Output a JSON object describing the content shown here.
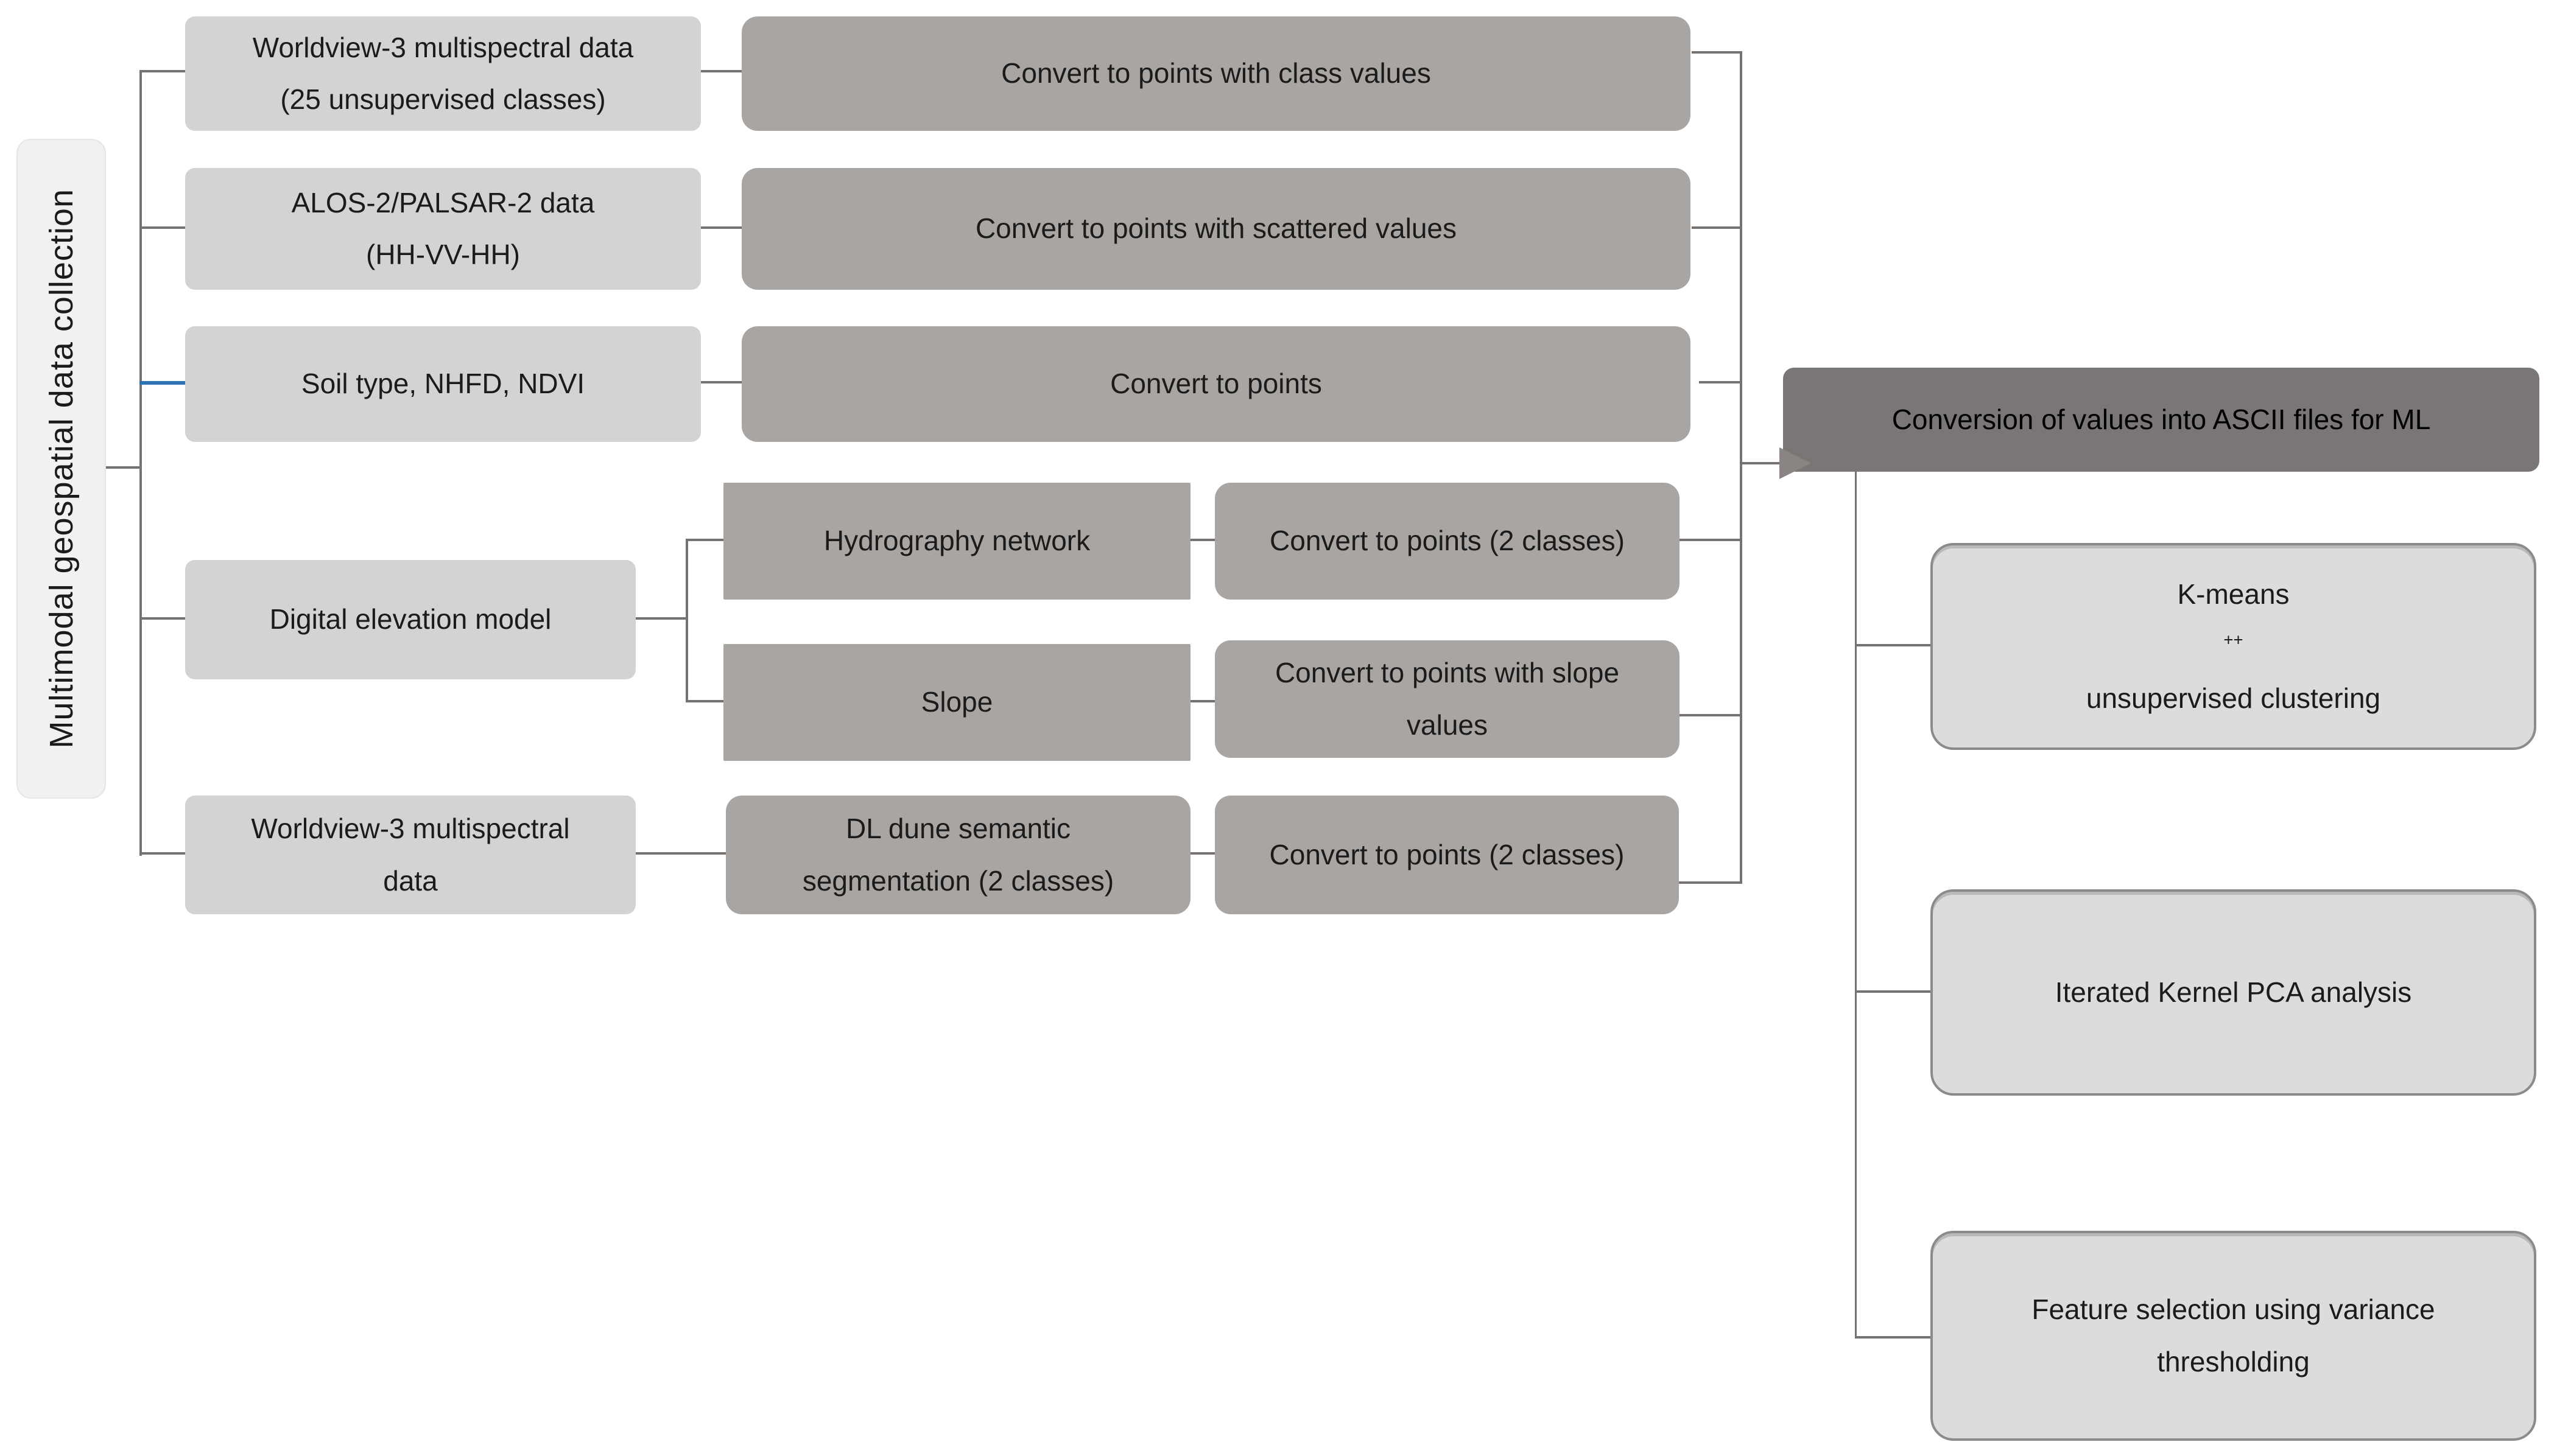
{
  "diagram": {
    "root": {
      "label": "Multimodal geospatial data collection"
    },
    "nodes": {
      "wv3_25": {
        "line1": "Worldview-3 multispectral data",
        "line2": "(25 unsupervised classes)"
      },
      "conv_class": {
        "label": "Convert to points with class values"
      },
      "alos": {
        "line1": "ALOS-2/PALSAR-2 data",
        "line2": "(HH-VV-HH)"
      },
      "conv_scatter": {
        "label": "Convert to points with scattered values"
      },
      "soil": {
        "label": "Soil type, NHFD, NDVI"
      },
      "conv_points": {
        "label": "Convert to points"
      },
      "dem": {
        "label": "Digital elevation model"
      },
      "hydro": {
        "label": "Hydrography network"
      },
      "conv_2class_a": {
        "label": "Convert to points (2 classes)"
      },
      "slope": {
        "label": "Slope"
      },
      "conv_slope": {
        "line1": "Convert to points with slope",
        "line2": "values"
      },
      "wv3": {
        "line1": "Worldview-3 multispectral",
        "line2": "data"
      },
      "dl_dune": {
        "line1": "DL dune semantic",
        "line2": "segmentation (2 classes)"
      },
      "conv_2class_b": {
        "label": "Convert to points (2 classes)"
      },
      "ascii": {
        "label": "Conversion of values into ASCII files for ML"
      },
      "kmeans": {
        "pre": "K-means",
        "sup": "++",
        "post": " unsupervised clustering"
      },
      "pca": {
        "label": "Iterated Kernel PCA analysis"
      },
      "feature": {
        "line1": "Feature selection using variance",
        "line2": "thresholding"
      }
    },
    "colors": {
      "background": "#ffffff",
      "source_box_fill": "#d4d2d2",
      "process_box_fill": "#a9a5a2",
      "root_box_fill": "#f2f1f1",
      "ascii_box_fill": "#7a7676",
      "ml_box_fill": "#dddcdc",
      "ml_box_border": "#8b8b8b",
      "connector": "#767272",
      "highlight_connector": "#2e74b5",
      "arrowhead": "#8a8482",
      "text": "#1b1b1b"
    }
  }
}
